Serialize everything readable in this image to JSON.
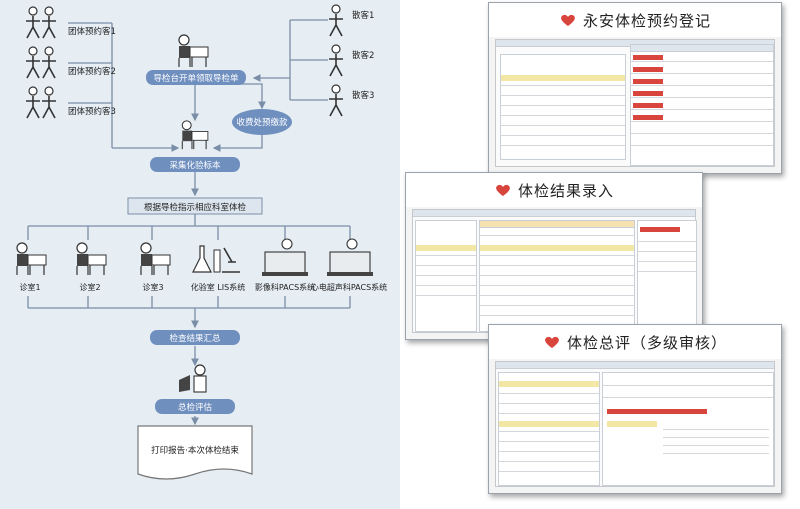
{
  "flowchart": {
    "group_clients": [
      "团体预约客1",
      "团体预约客2",
      "团体预约客3"
    ],
    "walkin_clients": [
      "散客1",
      "散客2",
      "散客3"
    ],
    "reception": "导检台开单领取导检单",
    "payment": "收费处预缴款",
    "sampling": "采集化验标本",
    "dispatch": "根据导检指示相应科室体检",
    "departments": [
      "诊室1",
      "诊室2",
      "诊室3",
      "化验室 LIS系统",
      "影像科PACS系统",
      "心电超声科PACS系统"
    ],
    "summary": "检查结果汇总",
    "evaluation": "总检评估",
    "report": "打印报告·本次体检结束"
  },
  "windows": {
    "booking_title": "永安体检预约登记",
    "results_title": "体检结果录入",
    "review_title": "体检总评（多级审核）"
  },
  "colors": {
    "node_blue": "#6f8fbf",
    "line": "#7a8ea8",
    "accent_red": "#d8453c",
    "highlight": "#f3e7a6"
  },
  "icons": [
    "person-pair-icon",
    "person-icon",
    "doctor-desk-icon",
    "lab-flask-icon",
    "imaging-device-icon",
    "logo-heart-icon"
  ]
}
